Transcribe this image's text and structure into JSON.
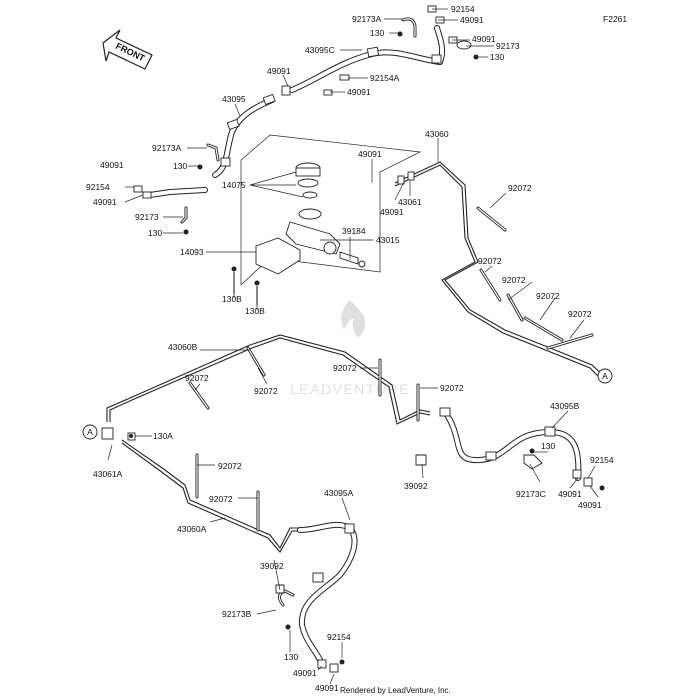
{
  "figure_code": "F2261",
  "front_label": "FRONT",
  "watermark": "LEADVENTURE",
  "credit": "Rendered by LeadVenture, Inc.",
  "connector": "A",
  "labels": {
    "p92154_top": "92154",
    "p92173A_top": "92173A",
    "p49091_top": "49091",
    "p130_top": "130",
    "p49091_top2": "49091",
    "p43095C": "43095C",
    "p92173_top": "92173",
    "p130_top2": "130",
    "p49091_a": "49091",
    "p92154A": "92154A",
    "p49091_b": "49091",
    "p43095": "43095",
    "p43060": "43060",
    "p92173A_left": "92173A",
    "p49091_mid": "49091",
    "p130_left": "130",
    "p14075": "14075",
    "p92072_r1": "92072",
    "p49091_left": "49091",
    "p92154_left": "92154",
    "p49091_left2": "49091",
    "p43061": "43061",
    "p49091_mc": "49091",
    "p92173_left": "92173",
    "p130_left2": "130",
    "p39184": "39184",
    "p43015": "43015",
    "p14093": "14093",
    "p92072_r2": "92072",
    "p92072_r3": "92072",
    "p130B_a": "130B",
    "p92072_r4": "92072",
    "p130B_b": "130B",
    "p92072_r5": "92072",
    "p43060B": "43060B",
    "p92072_m1": "92072",
    "p92072_m2": "92072",
    "p92072_m3": "92072",
    "p92072_m4": "92072",
    "p43095B": "43095B",
    "p130A": "130A",
    "p130_r": "130",
    "p92154_r": "92154",
    "p43061A": "43061A",
    "p92072_l1": "92072",
    "p39092_r": "39092",
    "p92173C": "92173C",
    "p49091_r": "49091",
    "p49091_r2": "49091",
    "p92072_l2": "92072",
    "p43095A": "43095A",
    "p43060A": "43060A",
    "p39092_b": "39092",
    "p92173B": "92173B",
    "p92154_b": "92154",
    "p130_b": "130",
    "p49091_b1": "49091",
    "p49091_b2": "49091"
  }
}
